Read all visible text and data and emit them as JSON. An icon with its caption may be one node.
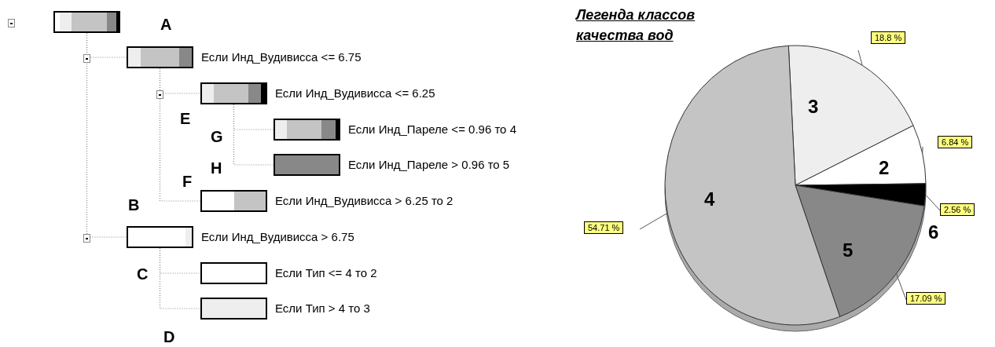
{
  "diagram": {
    "nodes": [
      {
        "text": [],
        "shape": "bar"
      },
      {
        "text": [
          "Если Инд_Вудивисса <= 6.75"
        ]
      },
      {
        "text": [
          "Если Инд_Вудивисса <= 6.25"
        ]
      },
      {
        "text": [
          "Если Инд_Пареле <= 0.96 то 4"
        ]
      },
      {
        "text": [
          "Если Инд_Пареле > 0.96 то 5"
        ]
      },
      {
        "text": [
          "Если Инд_Вудивисса > 6.25 то 2"
        ]
      },
      {
        "text": [
          "Если Инд_Вудивисса > 6.75"
        ]
      },
      {
        "text": [
          "Если Тип <= 4 то 2"
        ]
      },
      {
        "text": [
          "Если Тип > 4 то 3"
        ]
      }
    ],
    "edges": [
      {
        "from": 0,
        "to": 1,
        "arrow": "none"
      },
      {
        "from": 1,
        "to": 2,
        "arrow": "none"
      },
      {
        "from": 2,
        "to": 3,
        "arrow": "none"
      },
      {
        "from": 2,
        "to": 4,
        "arrow": "none"
      },
      {
        "from": 1,
        "to": 5,
        "arrow": "none"
      },
      {
        "from": 0,
        "to": 6,
        "arrow": "none"
      },
      {
        "from": 6,
        "to": 7,
        "arrow": "none"
      },
      {
        "from": 6,
        "to": 8,
        "arrow": "none"
      }
    ],
    "labels": [
      "A",
      "E",
      "G",
      "H",
      "F",
      "B",
      "C",
      "D"
    ],
    "chart_data": {
      "type": "pie",
      "title": "Легенда классов качества вод",
      "categories": [
        "2",
        "3",
        "4",
        "5",
        "6"
      ],
      "series": [
        {
          "values": [
            6.84,
            18.8,
            54.71,
            17.09,
            2.56
          ]
        }
      ],
      "value_labels": [
        "6.84 %",
        "18.8 %",
        "54.71 %",
        "17.09 %",
        "2.56 %"
      ]
    }
  }
}
